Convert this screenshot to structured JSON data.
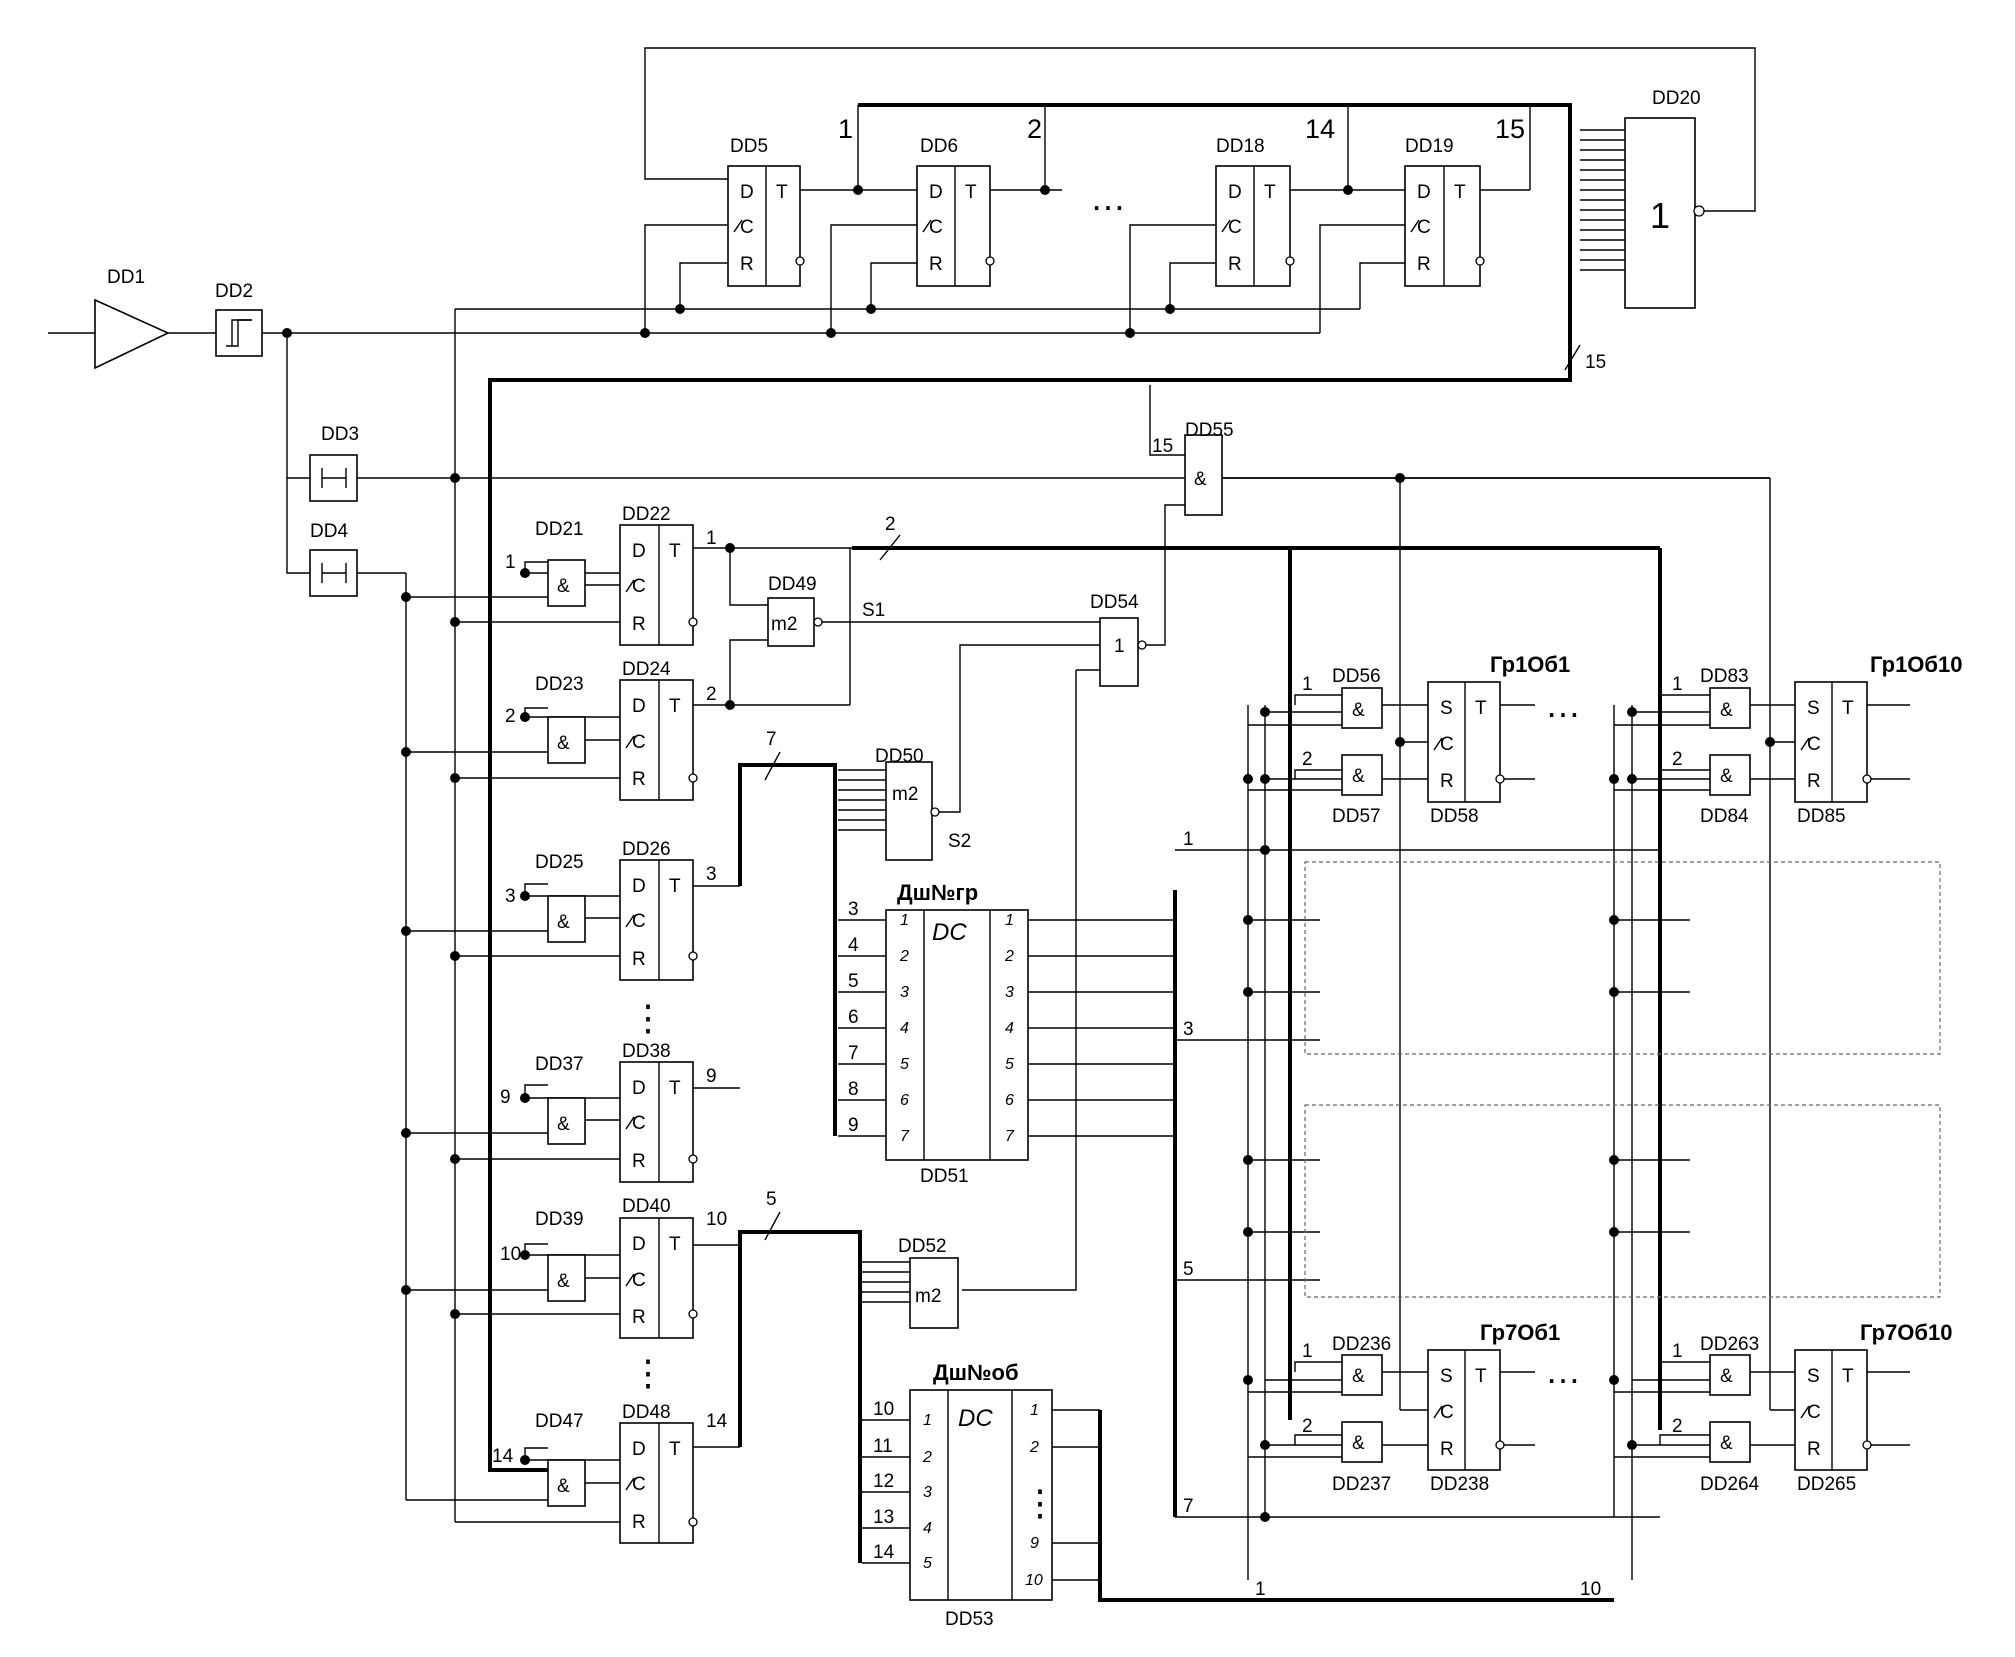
{
  "chips": {
    "dd1": "DD1",
    "dd2": "DD2",
    "dd3": "DD3",
    "dd4": "DD4",
    "dd5": "DD5",
    "dd6": "DD6",
    "dd18": "DD18",
    "dd19": "DD19",
    "dd20": "DD20",
    "dd21": "DD21",
    "dd22": "DD22",
    "dd23": "DD23",
    "dd24": "DD24",
    "dd25": "DD25",
    "dd26": "DD26",
    "dd37": "DD37",
    "dd38": "DD38",
    "dd39": "DD39",
    "dd40": "DD40",
    "dd47": "DD47",
    "dd48": "DD48",
    "dd49": "DD49",
    "dd50": "DD50",
    "dd51": "DD51",
    "dd52": "DD52",
    "dd53": "DD53",
    "dd54": "DD54",
    "dd55": "DD55",
    "dd56": "DD56",
    "dd57": "DD57",
    "dd58": "DD58",
    "dd83": "DD83",
    "dd84": "DD84",
    "dd85": "DD85",
    "dd236": "DD236",
    "dd237": "DD237",
    "dd238": "DD238",
    "dd263": "DD263",
    "dd264": "DD264",
    "dd265": "DD265"
  },
  "symbols": {
    "and": "&",
    "or": "1",
    "xor": "m2",
    "dc": "DC",
    "d": "D",
    "c": "C",
    "r": "R",
    "s": "S",
    "t": "T",
    "dots": "…",
    "vdots": "⋮"
  },
  "signals": {
    "s1": "S1",
    "s2": "S2"
  },
  "titles": {
    "gr_dec": "Дш№гр",
    "ob_dec": "Дш№об",
    "g1o1": "Гр1Об1",
    "g1o10": "Гр1Об10",
    "g7o1": "Гр7Об1",
    "g7o10": "Гр7Об10"
  },
  "numbers": {
    "n1": "1",
    "n2": "2",
    "n3": "3",
    "n4": "4",
    "n5": "5",
    "n6": "6",
    "n7": "7",
    "n8": "8",
    "n9": "9",
    "n10": "10",
    "n11": "11",
    "n12": "12",
    "n13": "13",
    "n14": "14",
    "n15": "15"
  }
}
